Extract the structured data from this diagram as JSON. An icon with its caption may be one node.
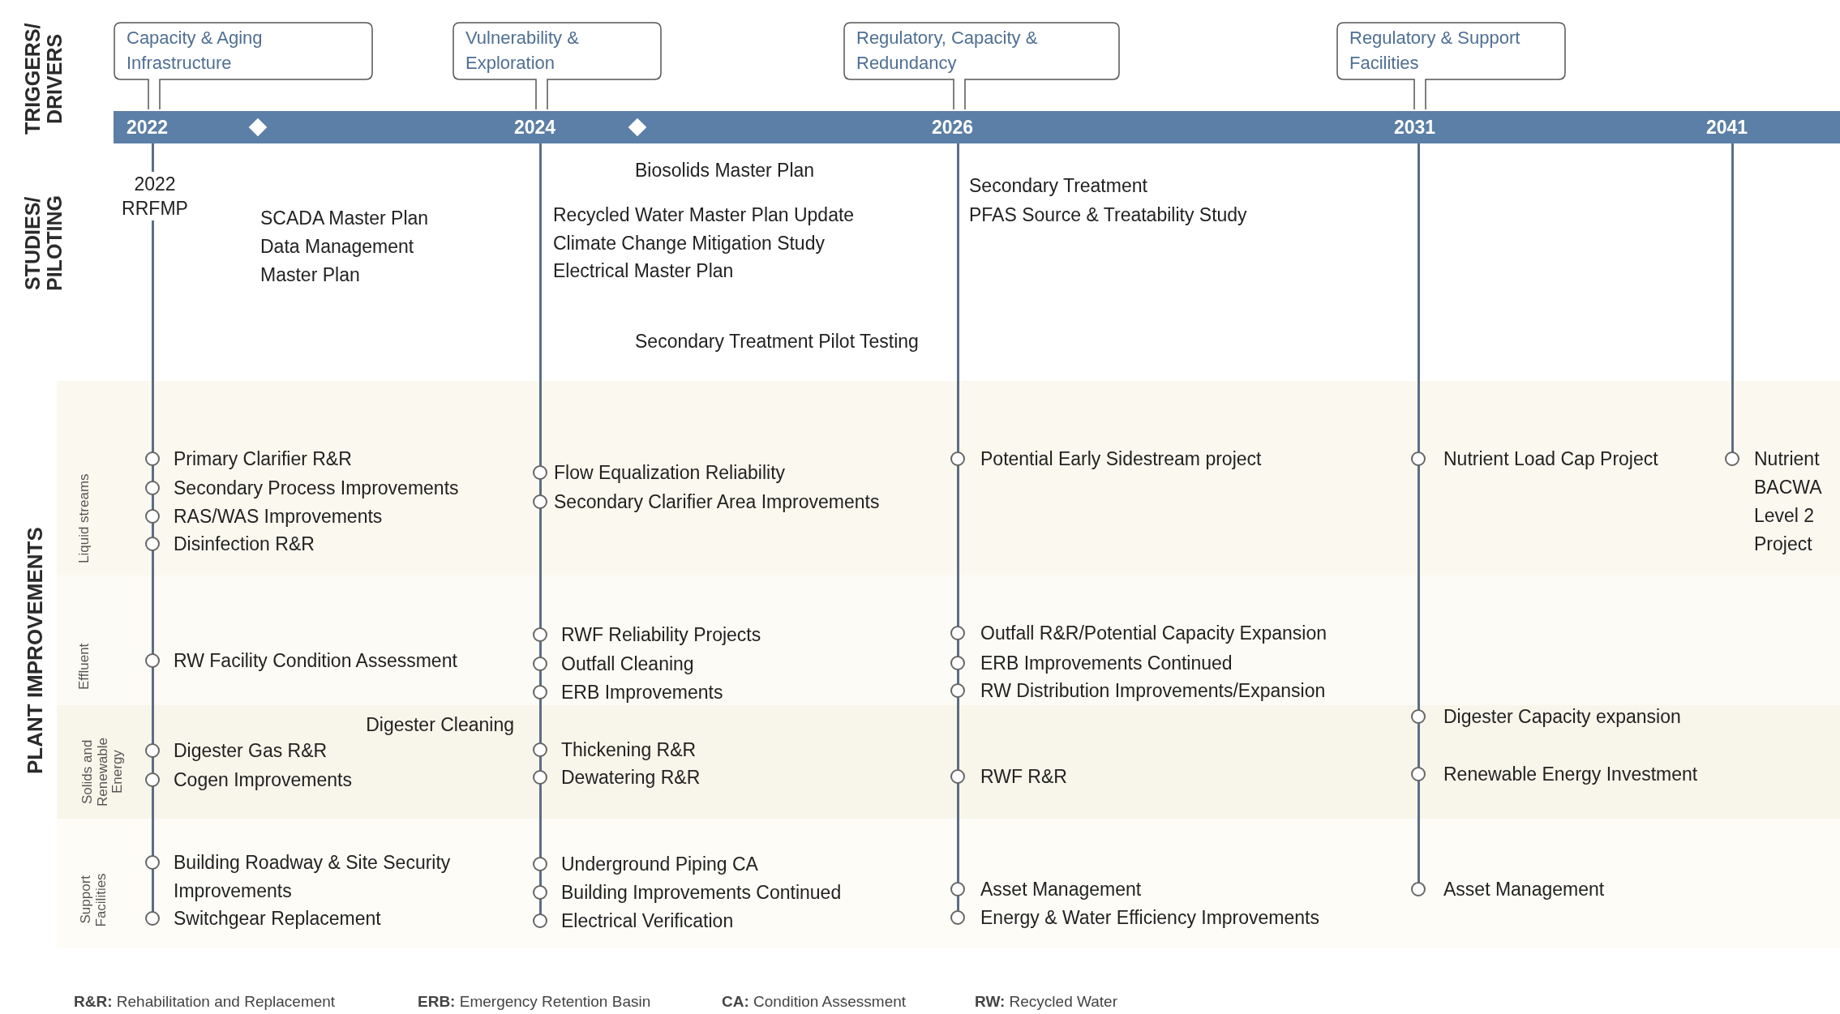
{
  "diagram": {
    "nodes": [
      {
        "text": [
          "Capacity & Aging Infrastructure"
        ]
      },
      {
        "text": [
          "Vulnerability & Exploration"
        ]
      },
      {
        "text": [
          "Regulatory, Capacity & Redundancy"
        ]
      },
      {
        "text": [
          "Regulatory & Support Facilities"
        ]
      },
      {
        "text": [
          "2022",
          "2024",
          "2026",
          "2031",
          "2041"
        ]
      }
    ],
    "labels": [
      "TRIGGERS/ DRIVERS",
      "STUDIES/ PILOTING",
      "2022 RRFMP",
      "SCADA Master Plan",
      "Data Management Master Plan",
      "Biosolids Master Plan",
      "Recycled Water Master Plan Update",
      "Climate Change Mitigation Study",
      "Electrical Master Plan",
      "Secondary Treatment Pilot Testing",
      "Secondary Treatment",
      "PFAS Source & Treatability Study",
      "PLANT IMPROVEMENTS",
      "Liquid streams",
      "Effluent",
      "Solids and Renewable Energy",
      "Support Facilities",
      "Primary Clarifier R&R",
      "Secondary Process Improvements",
      "RAS/WAS Improvements",
      "Disinfection R&R",
      "RW Facility Condition Assessment",
      "Digester Cleaning",
      "Digester Gas R&R",
      "Cogen Improvements",
      "Building Roadway & Site Security Improvements",
      "Switchgear Replacement",
      "Flow Equalization Reliability",
      "Secondary Clarifier Area Improvements",
      "RWF Reliability Projects",
      "Outfall Cleaning",
      "ERB Improvements",
      "Thickening R&R",
      "Dewatering R&R",
      "Underground Piping CA",
      "Building Improvements Continued",
      "Electrical Verification",
      "Potential Early Sidestream project",
      "Outfall R&R/Potential Capacity Expansion",
      "ERB Improvements Continued",
      "RW Distribution Improvements/Expansion",
      "RWF R&R",
      "Asset Management",
      "Energy & Water Efficiency Improvements",
      "Nutrient Load Cap Project",
      "Digester Capacity expansion",
      "Renewable Energy Investment",
      "Asset Management",
      "Nutrient BACWA Level 2 Project",
      "**R&R:** Rehabilitation and Replacement",
      "**ERB:** Emergency Retention Basin",
      "**CA:** Condition Assessment",
      "**RW:** Recycled Water"
    ]
  }
}
